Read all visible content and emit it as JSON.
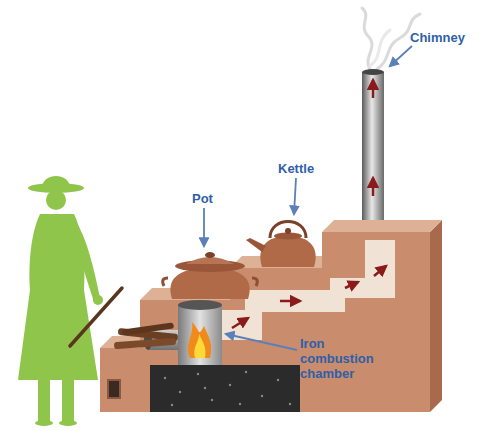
{
  "diagram": {
    "labels": [
      "Pot",
      "Kettle",
      "Chimney",
      "Iron combustion chamber"
    ]
  }
}
